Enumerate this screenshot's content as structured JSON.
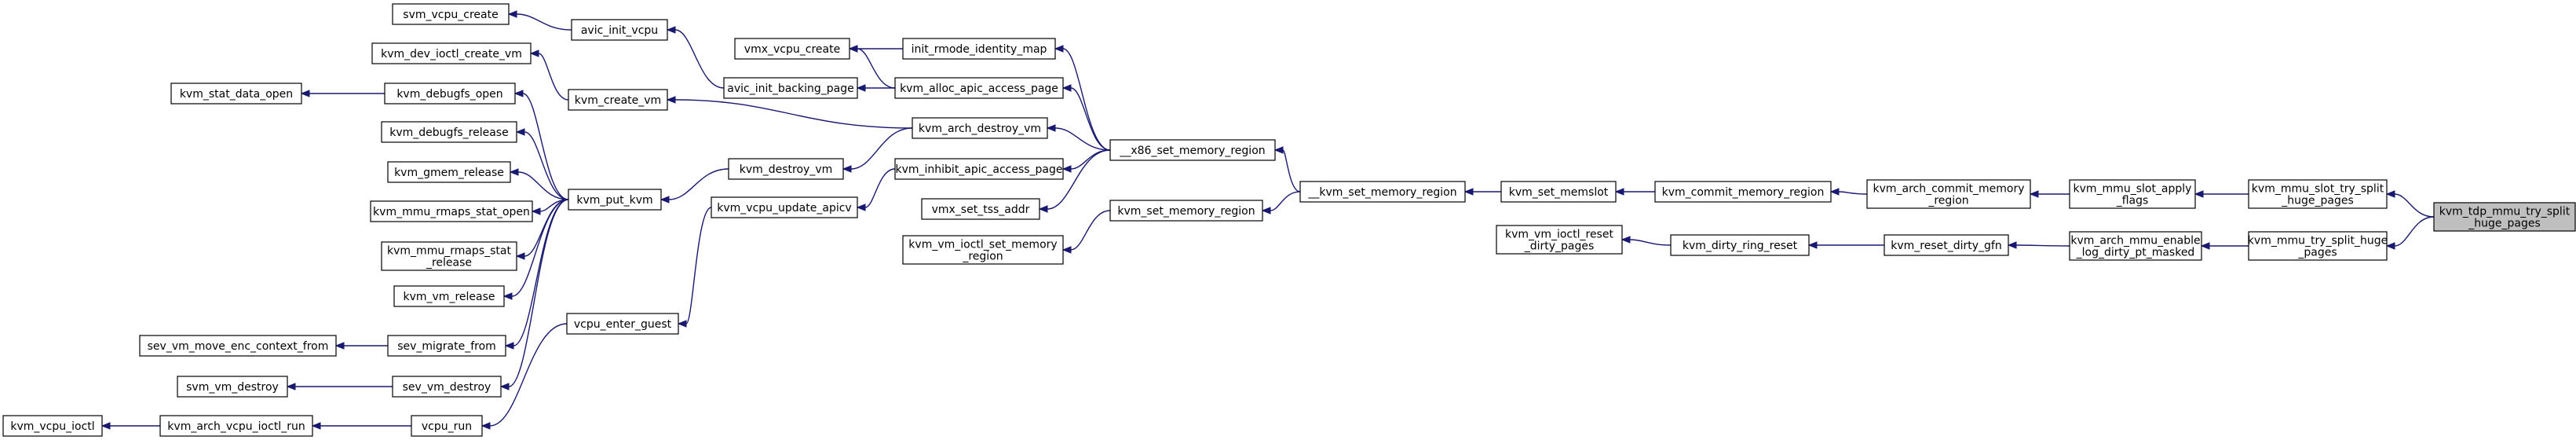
{
  "colors": {
    "edge": "#191970",
    "node_border": "#000000",
    "node_fill": "#ffffff",
    "root_fill": "#bfbfbf"
  },
  "nodes": [
    {
      "id": "n_tdp",
      "lines": [
        "kvm_tdp_mmu_try_split",
        "_huge_pages"
      ],
      "root": true
    },
    {
      "id": "n_slot_try_split",
      "lines": [
        "kvm_mmu_slot_try_split",
        "_huge_pages"
      ]
    },
    {
      "id": "n_try_split_huge",
      "lines": [
        "kvm_mmu_try_split_huge",
        "_pages"
      ]
    },
    {
      "id": "n_slot_apply_flags",
      "lines": [
        "kvm_mmu_slot_apply",
        "_flags"
      ]
    },
    {
      "id": "n_arch_mmu_enable",
      "lines": [
        "kvm_arch_mmu_enable",
        "_log_dirty_pt_masked"
      ]
    },
    {
      "id": "n_arch_commit",
      "lines": [
        "kvm_arch_commit_memory",
        "_region"
      ]
    },
    {
      "id": "n_reset_dirty_gfn",
      "lines": [
        "kvm_reset_dirty_gfn"
      ]
    },
    {
      "id": "n_commit_memory",
      "lines": [
        "kvm_commit_memory_region"
      ]
    },
    {
      "id": "n_dirty_ring_reset",
      "lines": [
        "kvm_dirty_ring_reset"
      ]
    },
    {
      "id": "n_set_memslot",
      "lines": [
        "kvm_set_memslot"
      ]
    },
    {
      "id": "n_vm_ioctl_reset",
      "lines": [
        "kvm_vm_ioctl_reset",
        "_dirty_pages"
      ]
    },
    {
      "id": "n_kvm_set_mem_region",
      "lines": [
        "__kvm_set_memory_region"
      ]
    },
    {
      "id": "n_x86_set_mem",
      "lines": [
        "__x86_set_memory_region"
      ]
    },
    {
      "id": "n_set_memory_region",
      "lines": [
        "kvm_set_memory_region"
      ]
    },
    {
      "id": "n_init_rmode",
      "lines": [
        "init_rmode_identity_map"
      ]
    },
    {
      "id": "n_alloc_apic",
      "lines": [
        "kvm_alloc_apic_access_page"
      ]
    },
    {
      "id": "n_arch_destroy_vm",
      "lines": [
        "kvm_arch_destroy_vm"
      ]
    },
    {
      "id": "n_inhibit_apic",
      "lines": [
        "kvm_inhibit_apic_access_page"
      ]
    },
    {
      "id": "n_vmx_set_tss",
      "lines": [
        "vmx_set_tss_addr"
      ]
    },
    {
      "id": "n_vm_ioctl_set_mem",
      "lines": [
        "kvm_vm_ioctl_set_memory",
        "_region"
      ]
    },
    {
      "id": "n_vmx_vcpu_create",
      "lines": [
        "vmx_vcpu_create"
      ]
    },
    {
      "id": "n_avic_init_backing",
      "lines": [
        "avic_init_backing_page"
      ]
    },
    {
      "id": "n_kvm_create_vm",
      "lines": [
        "kvm_create_vm"
      ]
    },
    {
      "id": "n_kvm_destroy_vm",
      "lines": [
        "kvm_destroy_vm"
      ]
    },
    {
      "id": "n_vcpu_update_apicv",
      "lines": [
        "kvm_vcpu_update_apicv"
      ]
    },
    {
      "id": "n_avic_init_vcpu",
      "lines": [
        "avic_init_vcpu"
      ]
    },
    {
      "id": "n_svm_vcpu_create",
      "lines": [
        "svm_vcpu_create"
      ]
    },
    {
      "id": "n_kvm_put_kvm",
      "lines": [
        "kvm_put_kvm"
      ]
    },
    {
      "id": "n_vcpu_enter_guest",
      "lines": [
        "vcpu_enter_guest"
      ]
    },
    {
      "id": "n_dev_ioctl_create_vm",
      "lines": [
        "kvm_dev_ioctl_create_vm"
      ]
    },
    {
      "id": "n_debugfs_open",
      "lines": [
        "kvm_debugfs_open"
      ]
    },
    {
      "id": "n_stat_data_open",
      "lines": [
        "kvm_stat_data_open"
      ]
    },
    {
      "id": "n_debugfs_release",
      "lines": [
        "kvm_debugfs_release"
      ]
    },
    {
      "id": "n_gmem_release",
      "lines": [
        "kvm_gmem_release"
      ]
    },
    {
      "id": "n_rmaps_stat_open",
      "lines": [
        "kvm_mmu_rmaps_stat_open"
      ]
    },
    {
      "id": "n_rmaps_stat_release",
      "lines": [
        "kvm_mmu_rmaps_stat",
        "_release"
      ]
    },
    {
      "id": "n_kvm_vm_release",
      "lines": [
        "kvm_vm_release"
      ]
    },
    {
      "id": "n_sev_migrate_from",
      "lines": [
        "sev_migrate_from"
      ]
    },
    {
      "id": "n_sev_vm_move_enc",
      "lines": [
        "sev_vm_move_enc_context_from"
      ]
    },
    {
      "id": "n_sev_vm_destroy",
      "lines": [
        "sev_vm_destroy"
      ]
    },
    {
      "id": "n_svm_vm_destroy",
      "lines": [
        "svm_vm_destroy"
      ]
    },
    {
      "id": "n_vcpu_run",
      "lines": [
        "vcpu_run"
      ]
    },
    {
      "id": "n_arch_vcpu_ioctl_run",
      "lines": [
        "kvm_arch_vcpu_ioctl_run"
      ]
    },
    {
      "id": "n_kvm_vcpu_ioctl",
      "lines": [
        "kvm_vcpu_ioctl"
      ]
    }
  ],
  "edges": [
    {
      "from": "n_slot_try_split",
      "to": "n_tdp"
    },
    {
      "from": "n_try_split_huge",
      "to": "n_tdp"
    },
    {
      "from": "n_slot_apply_flags",
      "to": "n_slot_try_split"
    },
    {
      "from": "n_arch_mmu_enable",
      "to": "n_try_split_huge"
    },
    {
      "from": "n_arch_commit",
      "to": "n_slot_apply_flags"
    },
    {
      "from": "n_reset_dirty_gfn",
      "to": "n_arch_mmu_enable"
    },
    {
      "from": "n_commit_memory",
      "to": "n_arch_commit"
    },
    {
      "from": "n_dirty_ring_reset",
      "to": "n_reset_dirty_gfn"
    },
    {
      "from": "n_set_memslot",
      "to": "n_commit_memory"
    },
    {
      "from": "n_vm_ioctl_reset",
      "to": "n_dirty_ring_reset"
    },
    {
      "from": "n_kvm_set_mem_region",
      "to": "n_set_memslot"
    },
    {
      "from": "n_x86_set_mem",
      "to": "n_kvm_set_mem_region"
    },
    {
      "from": "n_set_memory_region",
      "to": "n_kvm_set_mem_region"
    },
    {
      "from": "n_init_rmode",
      "to": "n_x86_set_mem"
    },
    {
      "from": "n_alloc_apic",
      "to": "n_x86_set_mem"
    },
    {
      "from": "n_arch_destroy_vm",
      "to": "n_x86_set_mem"
    },
    {
      "from": "n_inhibit_apic",
      "to": "n_x86_set_mem"
    },
    {
      "from": "n_vmx_set_tss",
      "to": "n_x86_set_mem"
    },
    {
      "from": "n_vm_ioctl_set_mem",
      "to": "n_set_memory_region"
    },
    {
      "from": "n_vmx_vcpu_create",
      "to": "n_init_rmode"
    },
    {
      "from": "n_vmx_vcpu_create",
      "to": "n_alloc_apic"
    },
    {
      "from": "n_avic_init_backing",
      "to": "n_alloc_apic"
    },
    {
      "from": "n_kvm_create_vm",
      "to": "n_arch_destroy_vm"
    },
    {
      "from": "n_kvm_destroy_vm",
      "to": "n_arch_destroy_vm"
    },
    {
      "from": "n_vcpu_update_apicv",
      "to": "n_inhibit_apic"
    },
    {
      "from": "n_avic_init_vcpu",
      "to": "n_avic_init_backing"
    },
    {
      "from": "n_svm_vcpu_create",
      "to": "n_avic_init_vcpu"
    },
    {
      "from": "n_dev_ioctl_create_vm",
      "to": "n_kvm_create_vm"
    },
    {
      "from": "n_kvm_put_kvm",
      "to": "n_kvm_destroy_vm"
    },
    {
      "from": "n_vcpu_enter_guest",
      "to": "n_vcpu_update_apicv"
    },
    {
      "from": "n_debugfs_open",
      "to": "n_kvm_put_kvm"
    },
    {
      "from": "n_debugfs_release",
      "to": "n_kvm_put_kvm"
    },
    {
      "from": "n_gmem_release",
      "to": "n_kvm_put_kvm"
    },
    {
      "from": "n_rmaps_stat_open",
      "to": "n_kvm_put_kvm"
    },
    {
      "from": "n_rmaps_stat_release",
      "to": "n_kvm_put_kvm"
    },
    {
      "from": "n_kvm_vm_release",
      "to": "n_kvm_put_kvm"
    },
    {
      "from": "n_sev_migrate_from",
      "to": "n_kvm_put_kvm"
    },
    {
      "from": "n_sev_vm_destroy",
      "to": "n_kvm_put_kvm"
    },
    {
      "from": "n_vcpu_run",
      "to": "n_vcpu_enter_guest"
    },
    {
      "from": "n_stat_data_open",
      "to": "n_debugfs_open"
    },
    {
      "from": "n_sev_vm_move_enc",
      "to": "n_sev_migrate_from"
    },
    {
      "from": "n_svm_vm_destroy",
      "to": "n_sev_vm_destroy"
    },
    {
      "from": "n_arch_vcpu_ioctl_run",
      "to": "n_vcpu_run"
    },
    {
      "from": "n_kvm_vcpu_ioctl",
      "to": "n_arch_vcpu_ioctl_run"
    }
  ]
}
